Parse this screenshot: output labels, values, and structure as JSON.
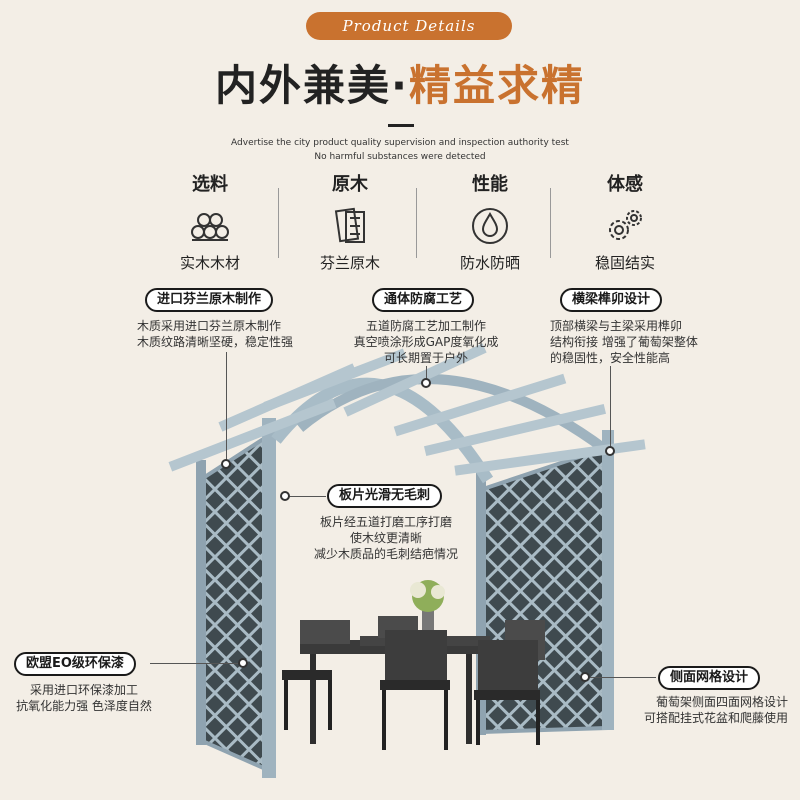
{
  "header": {
    "banner": "Product Details",
    "title_left": "内外兼美",
    "title_dot": "·",
    "title_right": "精益求精",
    "sub1": "Advertise the city product quality supervision and inspection authority test",
    "sub2": "No harmful substances were detected"
  },
  "features": [
    {
      "title": "选料",
      "desc": "实木木材",
      "icon": "logs-icon"
    },
    {
      "title": "原木",
      "desc": "芬兰原木",
      "icon": "wood-planks-icon"
    },
    {
      "title": "性能",
      "desc": "防水防晒",
      "icon": "water-drop-icon"
    },
    {
      "title": "体感",
      "desc": "稳固结实",
      "icon": "gears-icon"
    }
  ],
  "callouts": {
    "wood": {
      "tag": "进口芬兰原木制作",
      "lines": [
        "木质采用进口芬兰原木制作",
        "木质纹路清晰坚硬，稳定性强"
      ]
    },
    "anti": {
      "tag": "通体防腐工艺",
      "lines": [
        "五道防腐工艺加工制作",
        "真空喷涂形成GAP度氧化成",
        "可长期置于户外"
      ]
    },
    "joint": {
      "tag": "横梁榫卯设计",
      "lines": [
        "顶部横梁与主梁采用榫卯",
        "结构衔接 增强了葡萄架整体",
        "的稳固性，安全性能高"
      ]
    },
    "smooth": {
      "tag": "板片光滑无毛刺",
      "lines": [
        "板片经五道打磨工序打磨",
        "使木纹更清晰",
        "减少木质品的毛刺结疤情况"
      ]
    },
    "paint": {
      "tag": "欧盟EO级环保漆",
      "lines": [
        "采用进口环保漆加工",
        "抗氧化能力强 色泽度自然"
      ]
    },
    "grid": {
      "tag": "侧面网格设计",
      "lines": [
        "葡萄架侧面四面网格设计",
        "可搭配挂式花盆和爬藤使用"
      ]
    }
  },
  "colors": {
    "accent": "#c9722f",
    "pergola": "#8fa3b0",
    "background": "#f3eee6"
  }
}
